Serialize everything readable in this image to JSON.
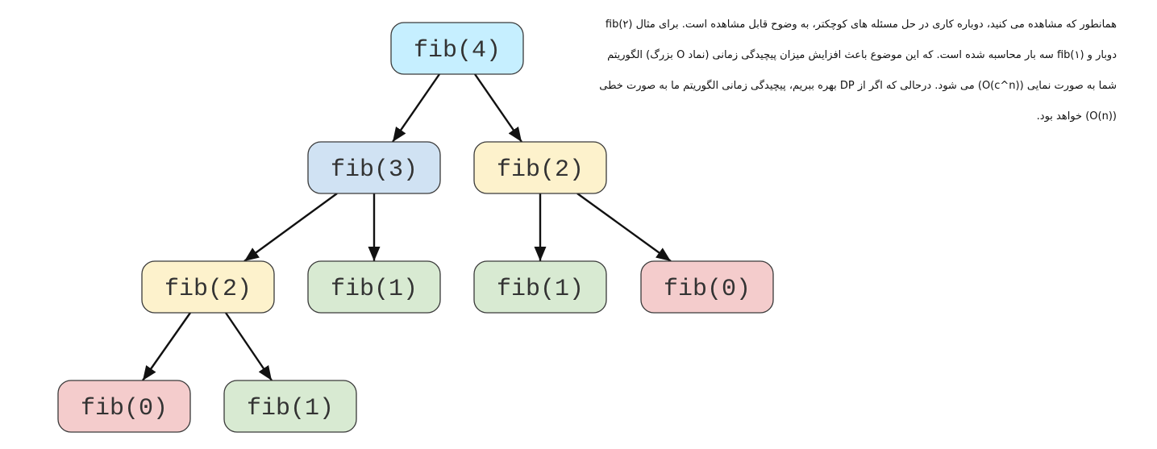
{
  "diagram": {
    "nodes": [
      {
        "id": "n4",
        "label": "fib(4)",
        "color": "#c6efff",
        "parent": null
      },
      {
        "id": "n3",
        "label": "fib(3)",
        "color": "#d0e2f3",
        "parent": "n4"
      },
      {
        "id": "n2a",
        "label": "fib(2)",
        "color": "#fdf2cc",
        "parent": "n4"
      },
      {
        "id": "n2b",
        "label": "fib(2)",
        "color": "#fdf2cc",
        "parent": "n3"
      },
      {
        "id": "n1a",
        "label": "fib(1)",
        "color": "#d8ead2",
        "parent": "n3"
      },
      {
        "id": "n1b",
        "label": "fib(1)",
        "color": "#d8ead2",
        "parent": "n2a"
      },
      {
        "id": "n0a",
        "label": "fib(0)",
        "color": "#f4cccc",
        "parent": "n2a"
      },
      {
        "id": "n0b",
        "label": "fib(0)",
        "color": "#f4cccc",
        "parent": "n2b"
      },
      {
        "id": "n1c",
        "label": "fib(1)",
        "color": "#d8ead2",
        "parent": "n2b"
      }
    ]
  },
  "paragraph": {
    "lines": [
      "همانطور که مشاهده می کنید، دوباره کاری در حل مسئله های کوچکتر، به وضوح قابل مشاهده است. برای مثال fib(۲)",
      "دوبار و fib(۱) سه بار محاسبه شده است. که این موضوع باعث افزایش میزان پیچیدگی زمانی (نماد O بزرگ) الگوریتم",
      "شما به صورت نمایی (O(c^n)) می شود. درحالی که اگر از DP بهره ببریم، پیچیدگی زمانی الگوریتم ما به صورت خطی",
      "(O(n)) خواهد بود."
    ]
  }
}
